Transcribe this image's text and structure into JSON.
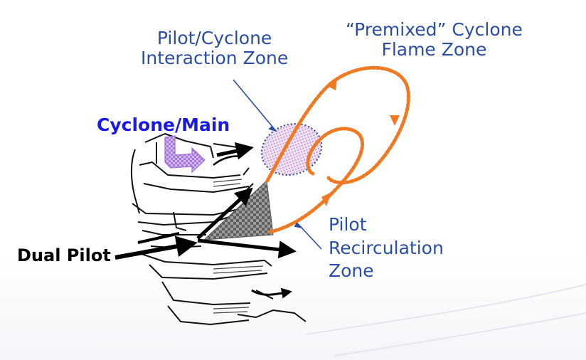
{
  "labels": {
    "pilot_cyclone_zone": [
      "Pilot/Cyclone",
      "Interaction Zone"
    ],
    "premixed_flame_zone": [
      "“Premixed” Cyclone",
      "Flame Zone"
    ],
    "cyclone_main": "Cyclone/Main",
    "dual_pilot": "Dual Pilot",
    "pilot_recirculation_zone": [
      "Pilot",
      "Recirculation",
      "Zone"
    ]
  },
  "colors": {
    "label_blue": "#2b4da3",
    "cyclone_main_blue": "#1a1ae6",
    "flame_orange": "#f07a24",
    "interaction_zone_fill": "#d9b8e0",
    "pilot_cone_gray": "#9a9a9a",
    "cyclone_arrow_purple": "#b98be6"
  }
}
